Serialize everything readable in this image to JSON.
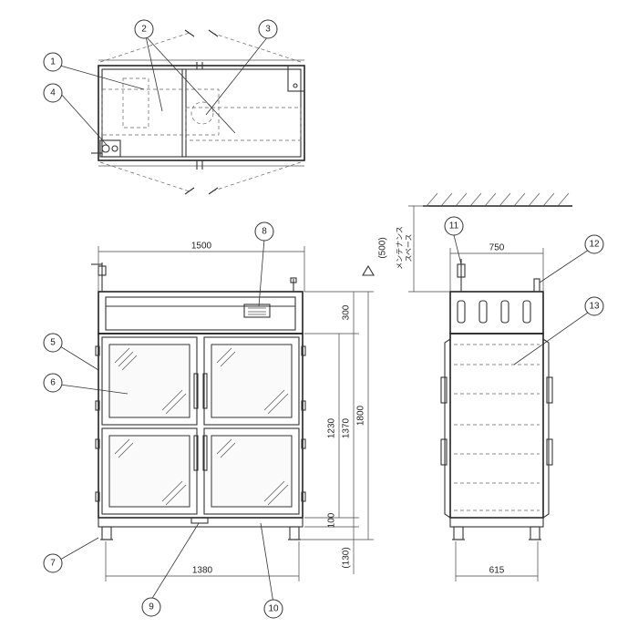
{
  "dimensions": {
    "front_width": "1500",
    "front_inner_width": "1380",
    "side_depth": "750",
    "side_base_depth": "615",
    "top_section": "300",
    "door_height": "1230",
    "body_height": "1370",
    "total_height": "1800",
    "base_height": "100",
    "leg_height": "(130)",
    "maintenance_space": "(500)",
    "maintenance_label": "メンテナンス\nスペース"
  },
  "callouts": [
    "1",
    "2",
    "3",
    "4",
    "5",
    "6",
    "7",
    "8",
    "9",
    "10",
    "11",
    "12",
    "13"
  ]
}
